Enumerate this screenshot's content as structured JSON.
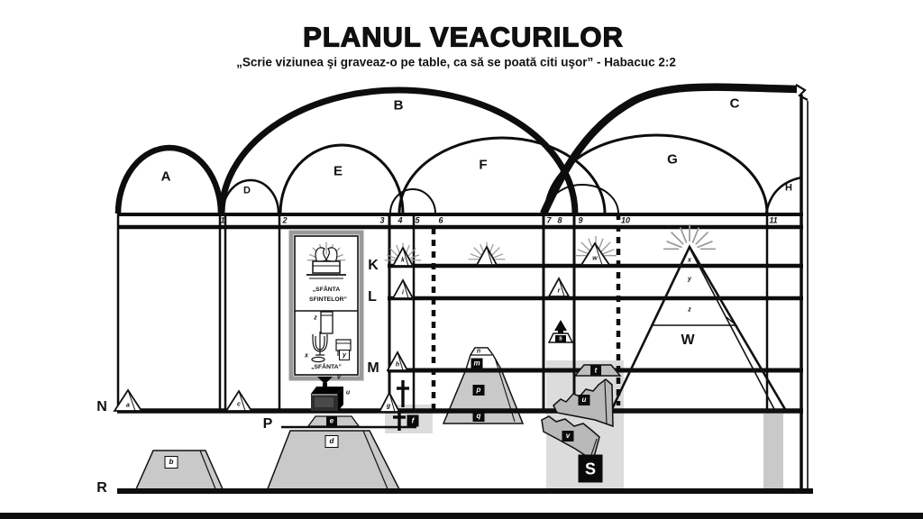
{
  "header": {
    "title": "PLANUL VEACURILOR",
    "subtitle": "„Scrie viziunea şi graveaz-o pe table, ca să se poată citi uşor” - Habacuc 2:2"
  },
  "ages": {
    "A": "A",
    "B": "B",
    "C": "C",
    "D": "D",
    "E": "E",
    "F": "F",
    "G": "G",
    "H": "H"
  },
  "planes": {
    "K": "K",
    "L": "L",
    "M": "M",
    "N": "N",
    "P": "P",
    "R": "R"
  },
  "timeline": {
    "n1": "1",
    "n2": "2",
    "n3": "3",
    "n4": "4",
    "n5": "5",
    "n6": "6",
    "n7": "7",
    "n8": "8",
    "n9": "9",
    "n10": "10",
    "n11": "11"
  },
  "figures": {
    "a": "a",
    "b": "b",
    "c": "c",
    "d": "d",
    "e": "e",
    "f": "f",
    "g": "g",
    "h": "h",
    "i": "i",
    "k": "k",
    "m": "m",
    "n": "n",
    "p": "p",
    "q": "q",
    "r": "r",
    "s": "s",
    "t": "t",
    "u": "u",
    "v": "v",
    "w": "w",
    "x": "x",
    "y": "y",
    "z": "z",
    "S": "S",
    "W": "W"
  },
  "tabernacle": {
    "holy_of_holies_line1": "„SFÂNTA",
    "holy_of_holies_line2": "SFINTELOR”",
    "holy": "„SFÂNTA”",
    "lampstand_label": "x",
    "table_label": "y",
    "incense_altar_label": "z",
    "altar_label": "u",
    "laver_label": "v"
  },
  "colors": {
    "ink": "#111111",
    "gray_fill": "#c9c9c9",
    "gray_band": "#d9d9d9",
    "ray": "#999999"
  }
}
